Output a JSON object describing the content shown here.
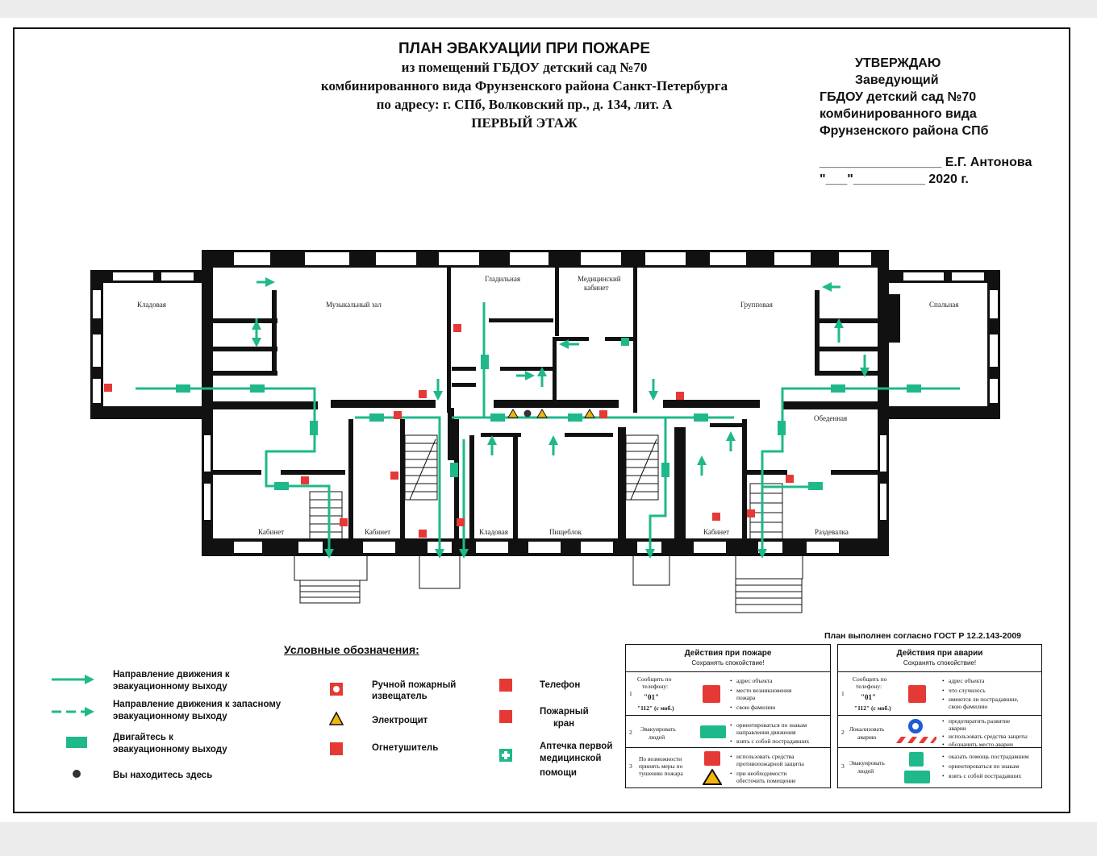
{
  "title": {
    "main": "ПЛАН ЭВАКУАЦИИ ПРИ ПОЖАРЕ",
    "line2": "из помещений ГБДОУ детский сад №70",
    "line3": "комбинированного вида Фрунзенского района Санкт-Петербурга",
    "line4": "по адресу: г. СПб, Волковский пр., д. 134, лит. А",
    "line5": "ПЕРВЫЙ ЭТАЖ"
  },
  "approval": {
    "l1": "УТВЕРЖДАЮ",
    "l2": "Заведующий",
    "l3": "ГБДОУ детский сад №70",
    "l4": "комбинированного вида",
    "l5": "Фрунзенского района СПб",
    "signature": "_________________ Е.Г. Антонова",
    "date": "\"___\"__________ 2020 г."
  },
  "rooms": {
    "kladovaya_left": "Кладовая",
    "music_hall": "Музыкальный зал",
    "ironing": "Гладильная",
    "medical_1": "Медицинский",
    "medical_2": "кабинет",
    "group": "Групповая",
    "bedroom": "Спальная",
    "dining": "Обеденная",
    "office_1": "Кабинет",
    "office_2": "Кабинет",
    "storage_2": "Кладовая",
    "kitchen": "Пищеблок",
    "office_3": "Кабинет",
    "changing": "Раздевалка"
  },
  "legend": {
    "title": "Условные обозначения:",
    "main_exit_1": "Направление движения к",
    "main_exit_2": "эвакуационному выходу",
    "spare_exit_1": "Направление движения к запасному",
    "spare_exit_2": "эвакуационному выходу",
    "move_to_1": "Двигайтесь к",
    "move_to_2": "эвакуационному выходу",
    "you_are_here": "Вы находитесь здесь",
    "manual_alarm_1": "Ручной пожарный",
    "manual_alarm_2": "извещатель",
    "switchboard": "Электрощит",
    "extinguisher": "Огнетушитель",
    "phone": "Телефон",
    "hydrant_1": "Пожарный",
    "hydrant_2": "кран",
    "first_aid_1": "Аптечка первой",
    "first_aid_2": "медицинской",
    "first_aid_3": "помощи"
  },
  "gost": "План выполнен согласно ГОСТ Р 12.2.143-2009",
  "fire_panel": {
    "title": "Действия при пожаре",
    "subtitle": "Сохранять спокойствие!",
    "r1_num": "1",
    "r1_a": "Сообщить по",
    "r1_b": "телефону:",
    "r1_c": "\"01\"",
    "r1_d": "\"112\" (с моб.)",
    "r1_bul": [
      "адрес объекта",
      "место возникновения",
      "пожара",
      "свою фамилию"
    ],
    "r2_num": "2",
    "r2_a": "Эвакуировать",
    "r2_b": "людей",
    "r2_bul": [
      "ориентироваться по знакам",
      "направления движения",
      "взять с собой пострадавших"
    ],
    "r3_num": "3",
    "r3_a": "По возможности",
    "r3_b": "принять меры по",
    "r3_c": "тушению пожара",
    "r3_bul": [
      "использовать средства",
      "противопожарной защиты",
      "при необходимости",
      "обесточить помещение"
    ]
  },
  "accident_panel": {
    "title": "Действия при аварии",
    "subtitle": "Сохранять спокойствие!",
    "r1_num": "1",
    "r1_a": "Сообщить по",
    "r1_b": "телефону:",
    "r1_c": "\"01\"",
    "r1_d": "\"112\" (с моб.)",
    "r1_bul": [
      "адрес объекта",
      "что случилось",
      "имеются ли пострадавшие,",
      "свою фамилию"
    ],
    "r2_num": "2",
    "r2_a": "Локализовать",
    "r2_b": "аварию",
    "r2_bul": [
      "предотвратить развитие",
      "аварии",
      "использовать средства защиты",
      "обозначить место аварии"
    ],
    "r3_num": "3",
    "r3_a": "Эвакуировать",
    "r3_b": "людей",
    "r3_bul": [
      "оказать помощь пострадавшим",
      "ориентироваться по знакам",
      "взять с собой пострадавших"
    ]
  },
  "colors": {
    "evac_green": "#1fb88a",
    "fire_red": "#e53935",
    "wall": "#111111"
  },
  "icons": [
    "manual-alarm-icon",
    "switchboard-icon",
    "extinguisher-icon",
    "phone-icon",
    "hydrant-icon",
    "first-aid-icon",
    "exit-sign-icon",
    "you-are-here-icon"
  ]
}
